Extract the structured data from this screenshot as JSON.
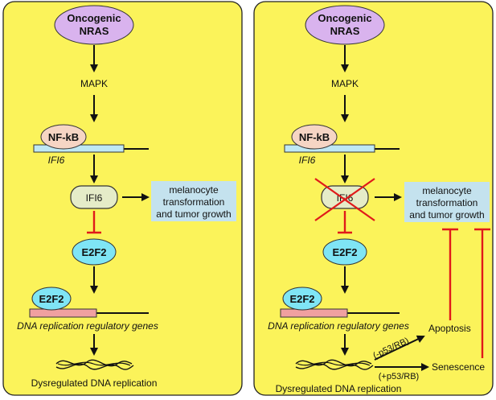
{
  "colors": {
    "panel": "#fbf35a",
    "oncogene_oval": "#d9b3ee",
    "nfkb_oval": "#f6d5c4",
    "gene_bar_blue": "#bfe8f4",
    "gene_bar_pink": "#f0a0a0",
    "ifi6_box": "#e5ecc8",
    "e2f2_oval": "#7fe5f5",
    "outcome_box": "#c4e2ee",
    "inhibit_red": "#e01a1a"
  },
  "left": {
    "oncogene": [
      "Oncogenic",
      "NRAS"
    ],
    "mapk": "MAPK",
    "nfkb": "NF-kB",
    "ifi6_gene": "IFI6",
    "ifi6_protein": "IFI6",
    "outcome": [
      "melanocyte",
      "transformation",
      "and tumor growth"
    ],
    "e2f2": "E2F2",
    "e2f2_bound": "E2F2",
    "targets": "DNA replication regulatory genes",
    "final": "Dysregulated DNA replication"
  },
  "right": {
    "oncogene": [
      "Oncogenic",
      "NRAS"
    ],
    "mapk": "MAPK",
    "nfkb": "NF-kB",
    "ifi6_gene": "IFI6",
    "ifi6_protein": "IFI6",
    "outcome": [
      "melanocyte",
      "transformation",
      "and tumor growth"
    ],
    "e2f2": "E2F2",
    "e2f2_bound": "E2F2",
    "targets": "DNA replication regulatory genes",
    "final": "Dysregulated DNA replication",
    "apoptosis": "Apoptosis",
    "senescence": "Senescence",
    "minus_p53": "(-p53/RB)",
    "plus_p53": "(+p53/RB)"
  }
}
